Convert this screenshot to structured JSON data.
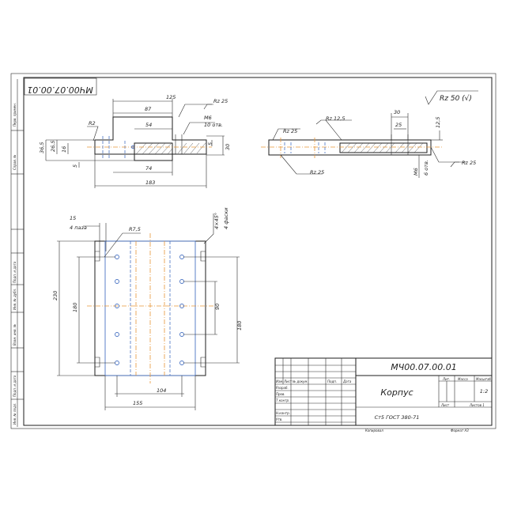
{
  "stamp_top": "МЧ00.07.00.01",
  "side_strip": {
    "perv_primen": "Перв. примен.",
    "sprav": "Справ. №",
    "podp_data_1": "Подп. и дата",
    "inv_dubl": "Инв. № дубл.",
    "vzam_inv": "Взам. инв. №",
    "podp_data_2": "Подп. и дата",
    "inv_podl": "Инв. № подл."
  },
  "left_view": {
    "dims": {
      "d125": "125",
      "d87": "87",
      "d54": "54",
      "d74": "74",
      "d183": "183",
      "h365": "36,5",
      "h265": "26,5",
      "h16": "16",
      "h5a": "5",
      "h5b": "5",
      "h30": "30"
    },
    "r2": "R2",
    "rz25": "Rz 25",
    "m6": "M6",
    "holes10": "10 отв."
  },
  "right_view": {
    "rz25a": "Rz 25",
    "rz125": "Rz 12,5",
    "rz25b": "Rz 25",
    "rz25c": "Rz 25",
    "d30": "30",
    "d25": "25",
    "d125": "12,5",
    "m6": "M6",
    "holes6": "6 отв."
  },
  "general_roughness": "Rz 50 (√)",
  "plan_view": {
    "d15": "15",
    "grooves4": "4 паза",
    "r75": "R7,5",
    "chamfer": "4×45°",
    "faski4": "4 фаски",
    "d230": "230",
    "d180a": "180",
    "d90": "90",
    "d180b": "180",
    "d104": "104",
    "d155": "155"
  },
  "title_block": {
    "designation": "МЧ00.07.00.01",
    "name": "Корпус",
    "material": "Ст5 ГОСТ 380-71",
    "lit_header": "Лит.",
    "mass_header": "Масса",
    "scale_header": "Масштаб",
    "scale_value": "1:2",
    "sheet": "Лист",
    "sheets": "Листов 1",
    "rows": [
      "Изм.",
      "Лист",
      "№ докум.",
      "Подп.",
      "Дата"
    ],
    "roles": [
      "Разраб.",
      "Пров.",
      "Т.контр.",
      "",
      "Н.контр.",
      "Утв."
    ],
    "copied": "Копировал",
    "format": "Формат А3"
  }
}
